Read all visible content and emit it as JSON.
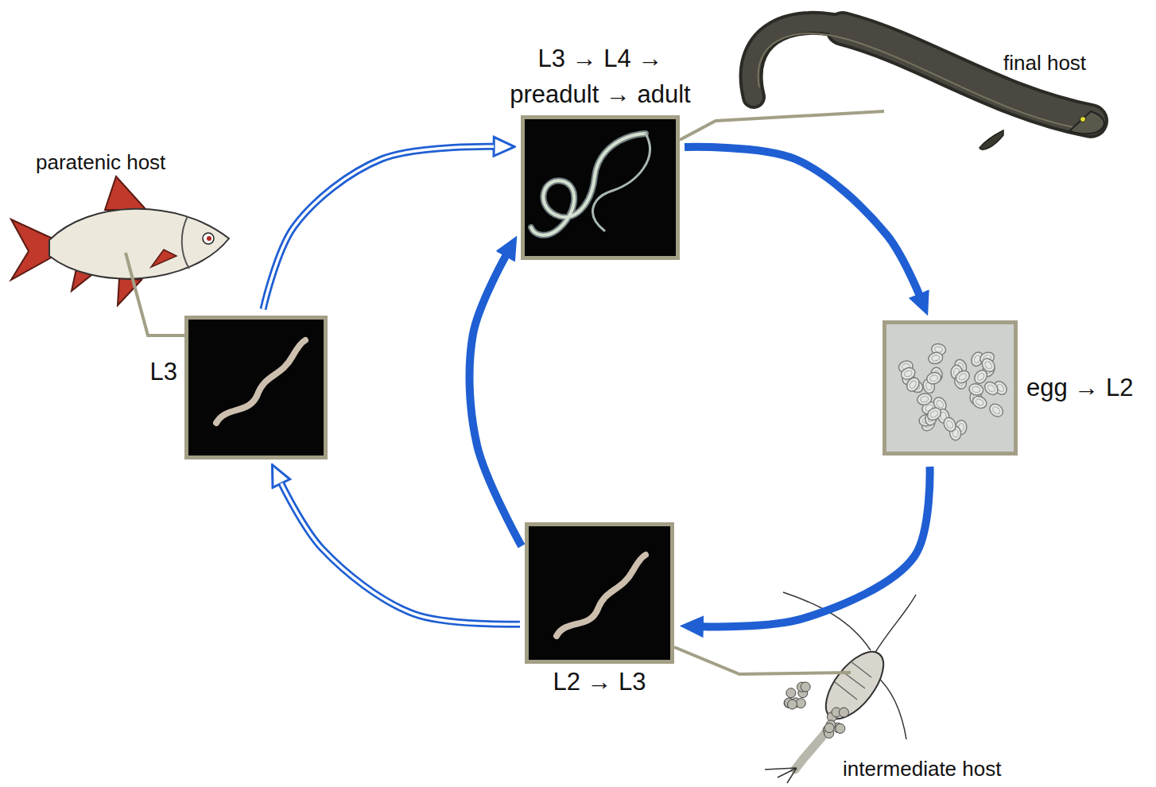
{
  "diagram": {
    "nodes": [
      {
        "text": [
          "L3 → L4 → preadult → adult"
        ]
      },
      {
        "text": [
          "egg → L2"
        ]
      },
      {
        "text": [
          "L2 → L3"
        ]
      },
      {
        "text": [
          "L3"
        ]
      }
    ],
    "edges": [
      {
        "from": 0,
        "to": 1,
        "arrow": "to"
      },
      {
        "from": 1,
        "to": 2,
        "arrow": "to"
      },
      {
        "from": 2,
        "to": 0,
        "arrow": "to"
      },
      {
        "from": 2,
        "to": 3,
        "arrow": "to"
      },
      {
        "from": 3,
        "to": 0,
        "arrow": "to"
      }
    ],
    "labels": [
      "final host",
      "paratenic host",
      "intermediate host"
    ]
  }
}
